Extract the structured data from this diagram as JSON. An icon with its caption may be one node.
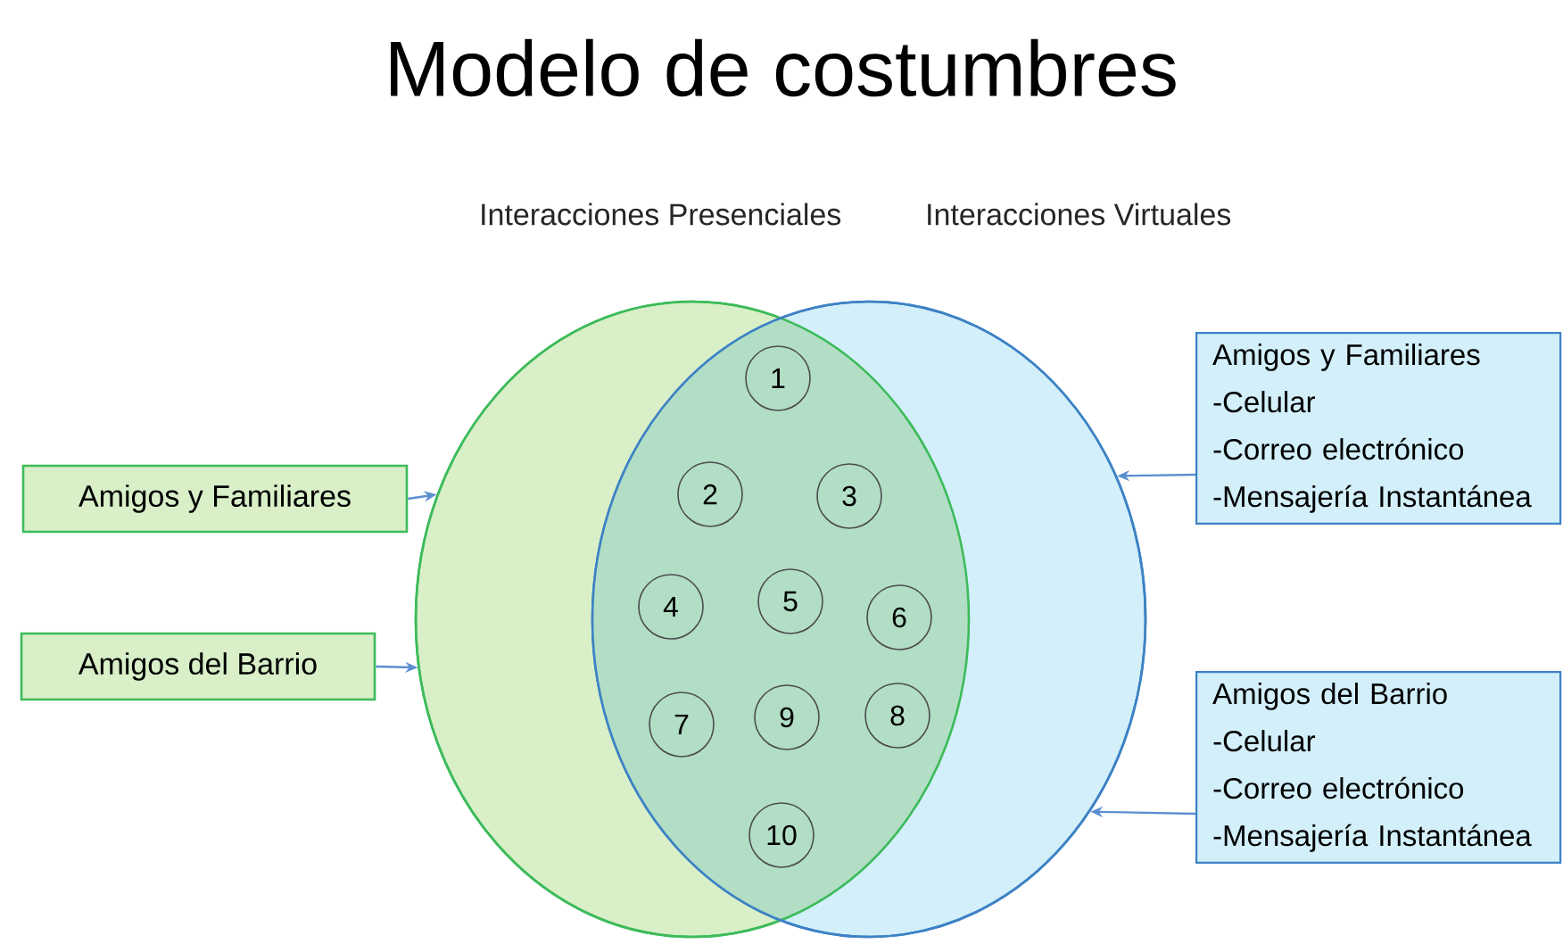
{
  "diagram": {
    "title": "Modelo de costumbres",
    "nodes": [
      {
        "text": [
          "Interacciones Presenciales"
        ]
      },
      {
        "text": [
          "Interacciones Virtuales"
        ]
      },
      {
        "text": [
          "1"
        ]
      },
      {
        "text": [
          "2"
        ]
      },
      {
        "text": [
          "3"
        ]
      },
      {
        "text": [
          "4"
        ]
      },
      {
        "text": [
          "5"
        ]
      },
      {
        "text": [
          "6"
        ]
      },
      {
        "text": [
          "7"
        ]
      },
      {
        "text": [
          "8"
        ]
      },
      {
        "text": [
          "9"
        ]
      },
      {
        "text": [
          "10"
        ]
      },
      {
        "text": [
          "Amigos y Familiares"
        ]
      },
      {
        "text": [
          "Amigos del Barrio"
        ]
      },
      {
        "text": [
          "Amigos y Familiares",
          "-Celular",
          "-Correo electrónico",
          "-Mensajería Instantánea"
        ]
      },
      {
        "text": [
          "Amigos del Barrio",
          "-Celular",
          "-Correo electrónico",
          "-Mensajería Instantánea"
        ]
      }
    ],
    "edges": [
      {
        "from": 12,
        "to": 0,
        "arrow": "to"
      },
      {
        "from": 13,
        "to": 0,
        "arrow": "to"
      },
      {
        "from": 14,
        "to": 1,
        "arrow": "to"
      },
      {
        "from": 15,
        "to": 1,
        "arrow": "to"
      }
    ]
  }
}
